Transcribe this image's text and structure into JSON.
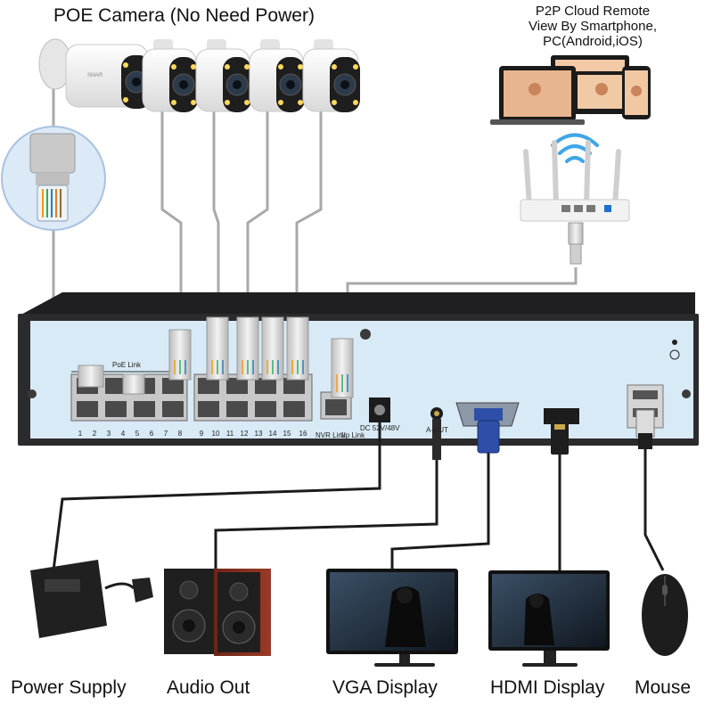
{
  "labels": {
    "poe_camera": "POE Camera (No Need Power)",
    "remote_line1": "P2P Cloud Remote",
    "remote_line2": "View By Smartphone,",
    "remote_line3": "PC(Android,iOS)",
    "power_supply": "Power Supply",
    "audio_out": "Audio Out",
    "vga_display": "VGA Display",
    "hdmi_display": "HDMI Display",
    "mouse": "Mouse"
  },
  "nvr": {
    "poe_link_label": "PoE Link",
    "port_numbers": [
      "1",
      "2",
      "3",
      "4",
      "5",
      "6",
      "7",
      "8",
      "9",
      "10",
      "11",
      "12",
      "13",
      "14",
      "15",
      "16"
    ],
    "nvr_link_label": "NVR Link",
    "up_link_label": "Up Link",
    "dc_label": "DC 52V/48V",
    "audio_label": "A-OUT",
    "camera_brand": "SMAR"
  },
  "colors": {
    "nvr_body": "#2b2b2e",
    "nvr_panel": "#d8eaf6",
    "cable": "#a9a9a9",
    "cable_black": "#1c1c1c"
  }
}
